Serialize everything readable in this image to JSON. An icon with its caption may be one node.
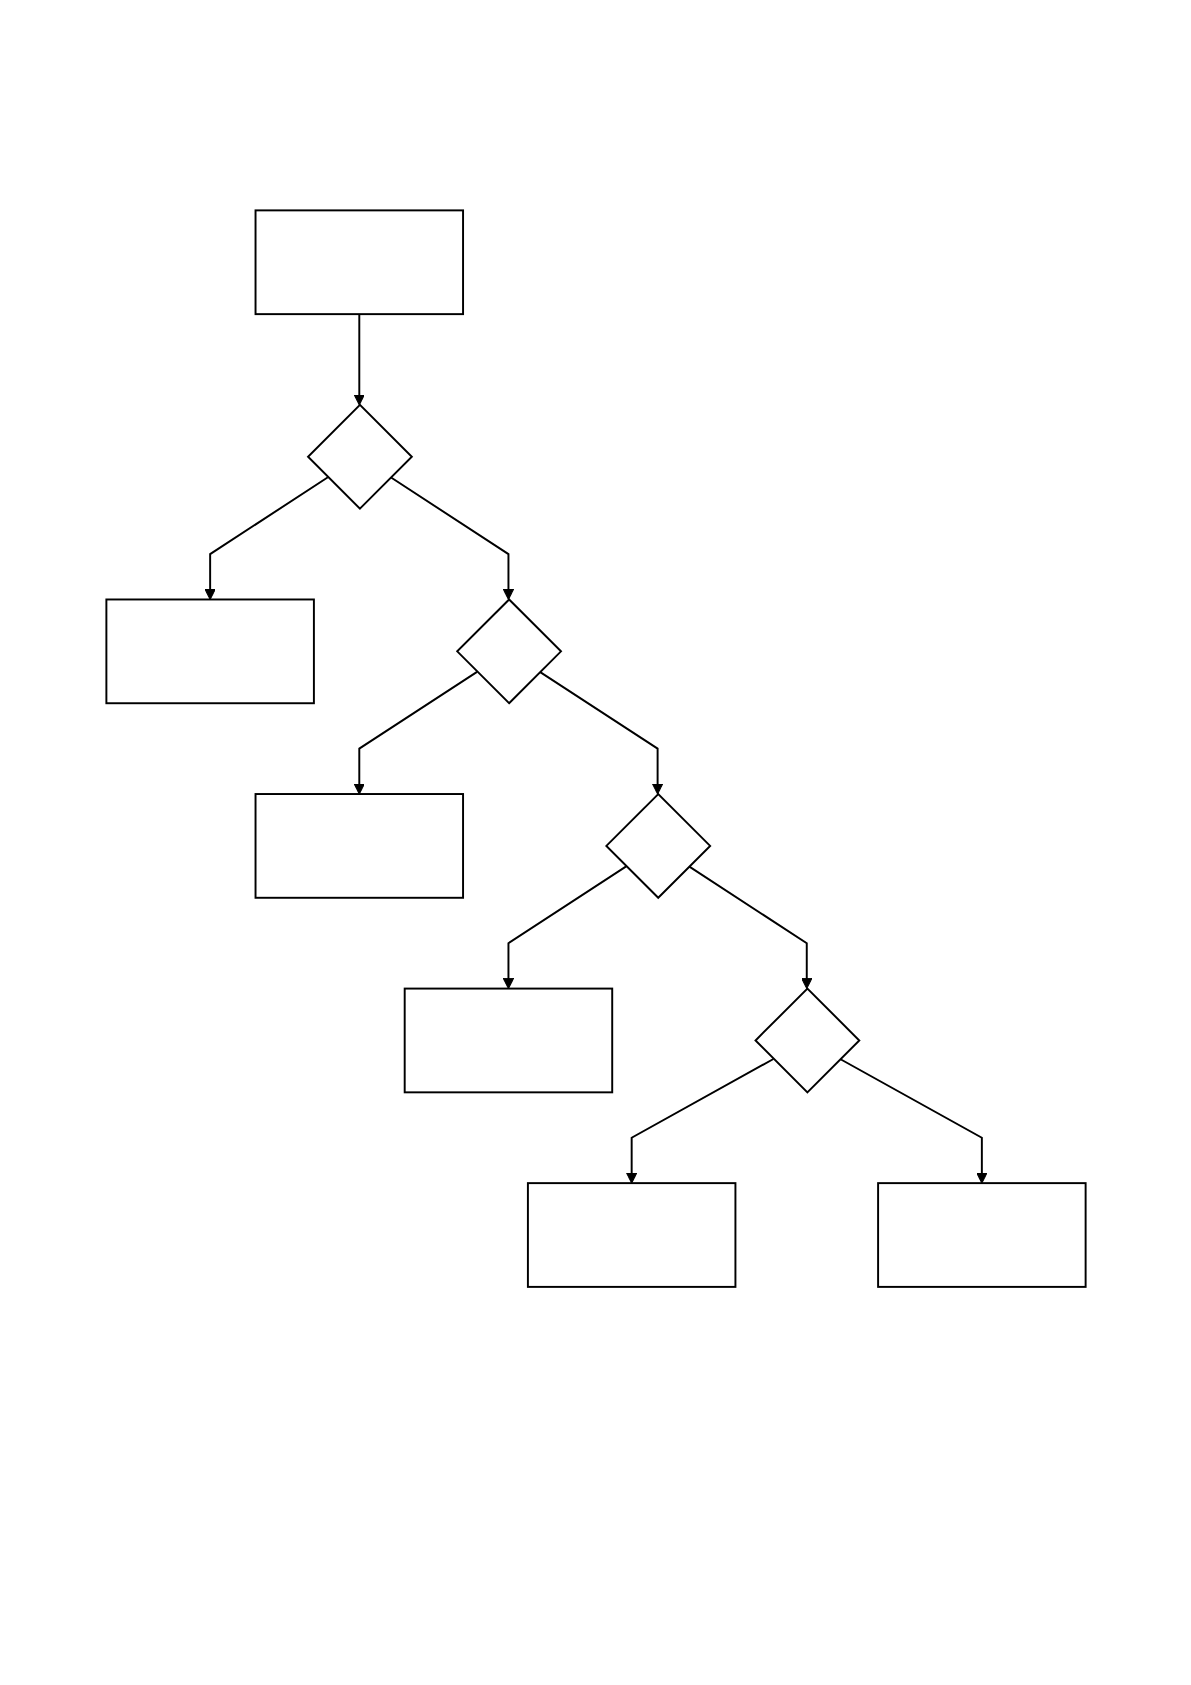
{
  "diagram": {
    "nodes": [
      {
        "text": [],
        "shape": "box"
      },
      {
        "text": [],
        "shape": "diamond"
      },
      {
        "text": [],
        "shape": "box"
      },
      {
        "text": [],
        "shape": "diamond"
      },
      {
        "text": [],
        "shape": "box"
      },
      {
        "text": [],
        "shape": "diamond"
      },
      {
        "text": [],
        "shape": "box"
      },
      {
        "text": [],
        "shape": "diamond"
      },
      {
        "text": [],
        "shape": "box"
      },
      {
        "text": [],
        "shape": "box"
      }
    ],
    "edges": [
      {
        "from": 0,
        "to": 1,
        "arrow": "to"
      },
      {
        "from": 1,
        "to": 3,
        "arrow": "to"
      },
      {
        "from": 1,
        "to": 2,
        "arrow": "to"
      },
      {
        "from": 3,
        "to": 5,
        "arrow": "to"
      },
      {
        "from": 3,
        "to": 4,
        "arrow": "to"
      },
      {
        "from": 5,
        "to": 7,
        "arrow": "to"
      },
      {
        "from": 5,
        "to": 6,
        "arrow": "to"
      },
      {
        "from": 7,
        "to": 9,
        "arrow": "to"
      },
      {
        "from": 7,
        "to": 8,
        "arrow": "to"
      }
    ]
  }
}
